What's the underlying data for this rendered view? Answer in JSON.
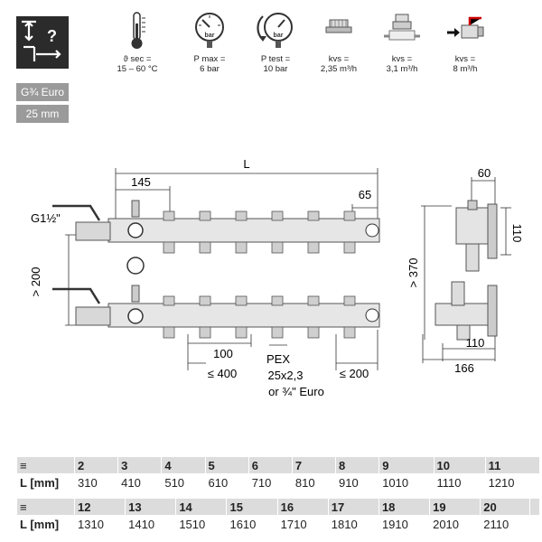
{
  "tags": {
    "thread": "G¾ Euro",
    "size": "25 mm"
  },
  "specs": [
    {
      "icon": "thermometer-icon",
      "text": "ϑ sec =\n15 – 60 °C"
    },
    {
      "icon": "pressure-gauge-icon",
      "gauge": "bar",
      "text": "P max =\n6 bar"
    },
    {
      "icon": "test-pressure-icon",
      "gauge": "bar",
      "text": "P test =\n10 bar"
    },
    {
      "icon": "valve-insert-icon",
      "text": "kvs =\n2,35 m³/h"
    },
    {
      "icon": "flow-valve-icon",
      "text": "kvs =\n3,1 m³/h"
    },
    {
      "icon": "ball-valve-icon",
      "text": "kvs =\n8 m³/h"
    }
  ],
  "dims": {
    "L": "L",
    "d145": "145",
    "d65": "65",
    "g": "G1½\"",
    "d200": "> 200",
    "d100": "100",
    "d400": "≤ 400",
    "pex1": "PEX",
    "pex2": "25x2,3",
    "pex3": "or ¾\" Euro",
    "d200b": "≤ 200",
    "d60": "60",
    "d110a": "110",
    "d370": "> 370",
    "d110b": "110",
    "d166": "166"
  },
  "table1": {
    "label": "L [mm]",
    "headers": [
      "2",
      "3",
      "4",
      "5",
      "6",
      "7",
      "8",
      "9",
      "10",
      "11"
    ],
    "values": [
      "310",
      "410",
      "510",
      "610",
      "710",
      "810",
      "910",
      "1010",
      "1110",
      "1210"
    ]
  },
  "table2": {
    "label": "L [mm]",
    "headers": [
      "12",
      "13",
      "14",
      "15",
      "16",
      "17",
      "18",
      "19",
      "20",
      ""
    ],
    "values": [
      "1310",
      "1410",
      "1510",
      "1610",
      "1710",
      "1810",
      "1910",
      "2010",
      "2110",
      ""
    ]
  }
}
